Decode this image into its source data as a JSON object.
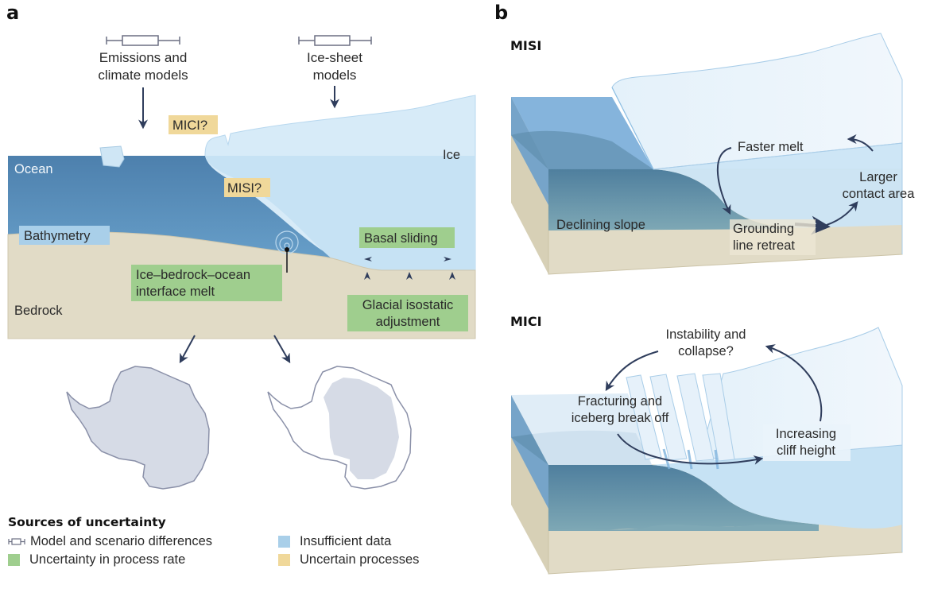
{
  "panel_a": {
    "letter": "a",
    "model_labels": {
      "emissions": [
        "Emissions and",
        "climate models"
      ],
      "ice_sheet": [
        "Ice-sheet",
        "models"
      ]
    },
    "labels": {
      "ocean": "Ocean",
      "ice": "Ice",
      "bedrock": "Bedrock",
      "bathymetry": "Bathymetry",
      "mici": "MICI?",
      "misi": "MISI?",
      "basal_sliding": "Basal sliding",
      "interface_melt": [
        "Ice–bedrock–ocean",
        "interface melt"
      ],
      "gia": [
        "Glacial isostatic",
        "adjustment"
      ]
    }
  },
  "panel_b": {
    "letter": "b",
    "misi": {
      "title": "MISI",
      "faster_melt": "Faster melt",
      "larger_contact": [
        "Larger",
        "contact area"
      ],
      "declining_slope": "Declining slope",
      "grounding_retreat": [
        "Grounding",
        "line retreat"
      ]
    },
    "mici": {
      "title": "MICI",
      "instability": [
        "Instability and",
        "collapse?"
      ],
      "fracturing": [
        "Fracturing and",
        "iceberg break off"
      ],
      "cliff_height": [
        "Increasing",
        "cliff height"
      ]
    }
  },
  "legend": {
    "title": "Sources of uncertainty",
    "items": [
      {
        "label": "Model and scenario differences",
        "icon": "boxplot-icon"
      },
      {
        "label": "Insufficient data",
        "color": "#a9cfe9"
      },
      {
        "label": "Uncertainty in process rate",
        "color": "#9fce8e"
      },
      {
        "label": "Uncertain processes",
        "color": "#f0d89a"
      }
    ]
  },
  "colors": {
    "ocean": "#4f86b3",
    "ice": "#cde6f6",
    "bedrock": "#e1dbc6",
    "green_box": "#9fce8e",
    "yellow_box": "#f0d89a",
    "blue_box": "#a9cfe9",
    "arrow": "#2f3d5c"
  }
}
